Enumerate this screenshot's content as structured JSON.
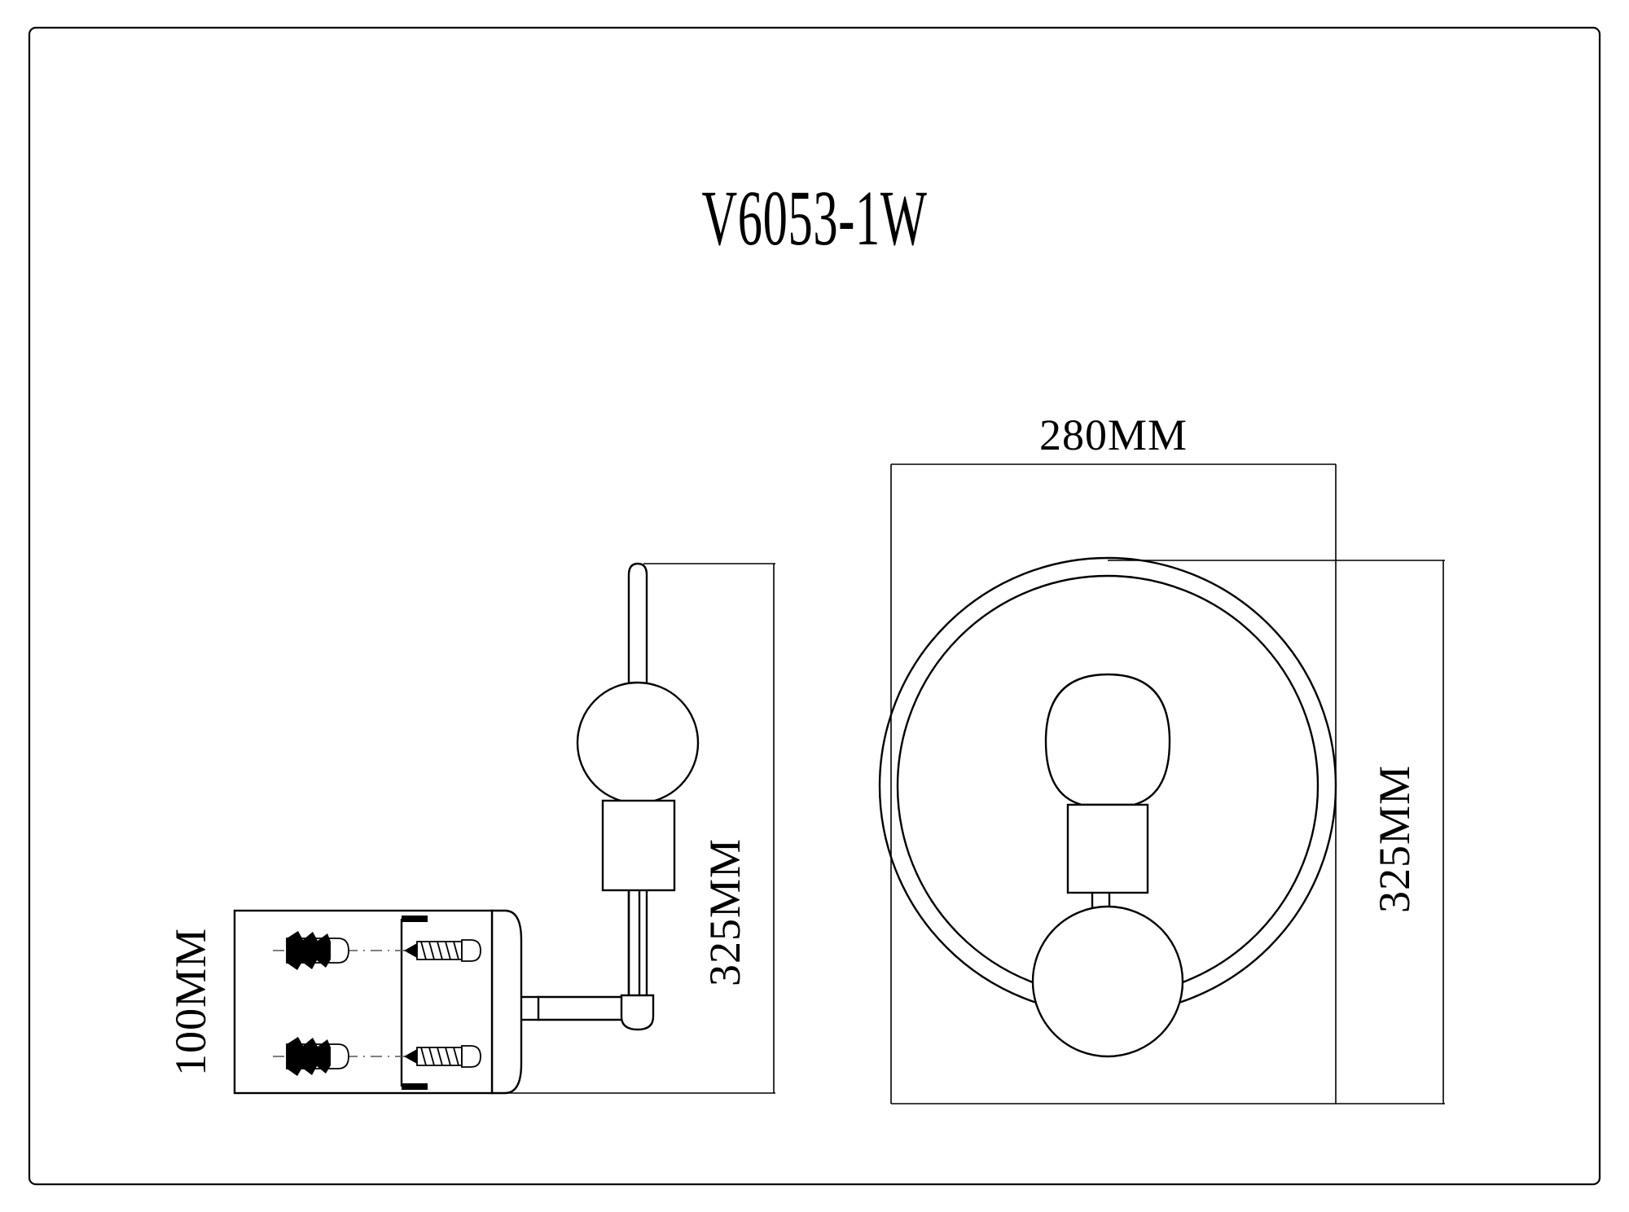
{
  "drawing": {
    "title": "V6053-1W",
    "sheet_width": 2000,
    "sheet_height": 1488,
    "line_color": "#000000",
    "background_color": "#ffffff",
    "product_type": "wall-sconce",
    "units": "MM"
  },
  "dimensions": {
    "width_label": "280MM",
    "height_label_front": "325MM",
    "height_label_side": "325MM",
    "depth_label": "100MM"
  },
  "views": {
    "side_view": {
      "name": "side-elevation",
      "dimension_height": "325MM",
      "dimension_depth": "100MM"
    },
    "front_view": {
      "name": "front-elevation",
      "dimension_width": "280MM",
      "dimension_height": "325MM"
    }
  },
  "hardware": {
    "anchor_label": "wall-anchor",
    "screw_label": "mounting-screw",
    "anchor_count": 2,
    "screw_count": 2
  }
}
